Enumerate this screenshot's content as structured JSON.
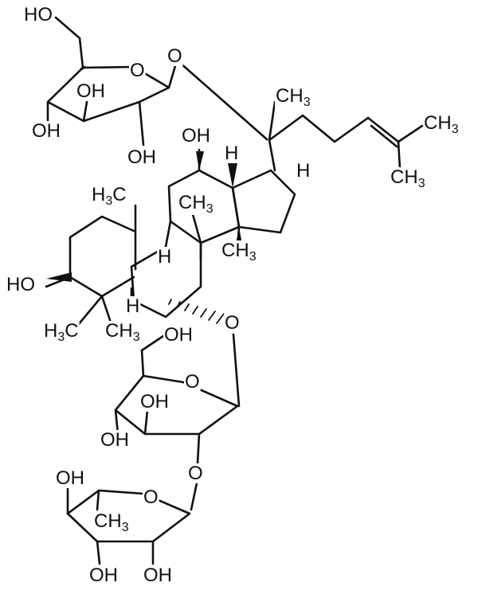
{
  "structure": {
    "atom_labels": [
      "HO",
      "O",
      "OH",
      "OH",
      "OH",
      "O",
      "CH3",
      "CH3",
      "CH3",
      "OH",
      "H",
      "H",
      "H3C",
      "CH3",
      "H",
      "CH3",
      "HO",
      "H",
      "H3C",
      "CH3",
      "O",
      "OH",
      "O",
      "OH",
      "OH",
      "O",
      "OH",
      "O",
      "CH3",
      "OH",
      "OH"
    ]
  },
  "colors": {
    "ink": "#111111",
    "background": "#ffffff"
  }
}
